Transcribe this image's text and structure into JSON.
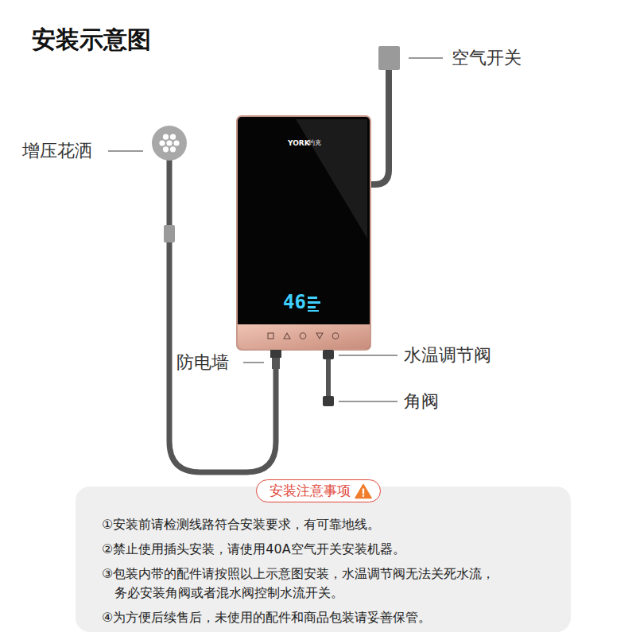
{
  "diagram": {
    "title": "安装示意图",
    "nodes": [
      {
        "text": [
          "YORK",
          "约克",
          "46"
        ]
      },
      {
        "text": [
          "①安装前请检测线路符合安装要求，有可靠地线。",
          "②禁止使用插头安装，请使用40A空气开关安装机器。",
          "③包装内带的配件请按照以上示意图安装，水温调节阀无法关死水流， 务必安装角阀或者混水阀控制水流开关。",
          "④为方便后续售后，未使用的配件和商品包装请妥善保管。"
        ]
      },
      {
        "text": [
          "安装注意事项"
        ],
        "in": 1
      }
    ],
    "labels": [
      "空气开关",
      "增压花洒",
      "防电墙",
      "水温调节阀",
      "角阀"
    ]
  }
}
